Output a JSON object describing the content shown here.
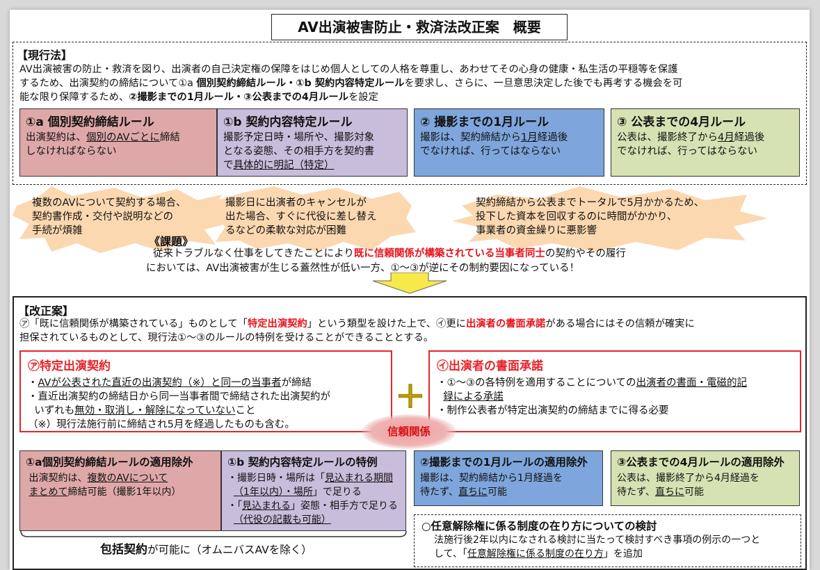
{
  "title": "AV出演被害防止・救済法改正案　概要",
  "current_law": {
    "heading": "【現行法】",
    "text_1": "AV出演被害の防止・救済を図り、出演者の自己決定権の保障をはじめ個人としての人格を尊重し、あわせてその心身の健康・私生活の平穏等を保護",
    "text_2a": "するため、出演契約の締結について①a ",
    "text_2b": "個別契約締結ルール・①b 契約内容特定ルール",
    "text_2c": "を要求し、さらに、一旦意思決定した後でも再考する機会を可",
    "text_3a": "能な限り保障するため、",
    "text_3b": "②撮影までの1月ルール・③公表までの4月ルール",
    "text_3c": "を設定",
    "rules": [
      {
        "title": "①a 個別契約締結ルール",
        "line1a": "出演契約は、",
        "line1u": "個別のAVごとに",
        "line1b": "締結",
        "line2": "しなければならない"
      },
      {
        "title": "①b 契約内容特定ルール",
        "line1": "撮影予定日時・場所や、撮影対象",
        "line2": "となる姿態、その相手方を契約書",
        "line3a": "で",
        "line3u": "具体的に明記（特定）"
      },
      {
        "title": "② 撮影までの1月ルール",
        "line1a": "撮影は、契約締結から",
        "line1u": "1月",
        "line1b": "経過後",
        "line2": "でなければ、行ってはならない"
      },
      {
        "title": "③ 公表までの4月ルール",
        "line1a": "公表は、撮影終了から",
        "line1u": "4月",
        "line1b": "経過後",
        "line2": "でなければ、行ってはならない"
      }
    ]
  },
  "bursts": [
    {
      "line1": "複数のAVについて契約する場合、",
      "line2": "契約書作成・交付や説明などの",
      "line3": "手続が煩雑"
    },
    {
      "line1": "撮影日に出演者のキャンセルが",
      "line2": "出た場合、すぐに代役に差し替え",
      "line3": "るなどの柔軟な対応が困難"
    },
    {
      "line1": "契約締結から公表までトータルで5月かかるため、",
      "line2": "投下した資本を回収するのに時間がかかり、",
      "line3": "事業者の資金繰りに悪影響"
    }
  ],
  "issue": {
    "heading": "《課題》",
    "line1a": "従来トラブルなく仕事をしてきたことにより",
    "line1r": "既に信頼関係が構築されている当事者同士",
    "line1b": "の契約やその履行",
    "line2": "においては、AV出演被害が生じる蓋然性が低い一方、①～③が逆にその制約要因になっている！"
  },
  "amendment": {
    "heading": "【改正案】",
    "line1a": "㋐「既に信頼関係が構築されている」ものとして「",
    "line1r": "特定出演契約",
    "line1b": "」という類型を設けた上で、㋑更に",
    "line1r2": "出演者の書面承諾",
    "line1c": "がある場合にはその信頼が確実に",
    "line2": "担保されているものとして、現行法①～③のルールの特例を受けることができることとする。",
    "left_box": {
      "title": "㋐特定出演契約",
      "b1u": "AVが公表された直近の出演契約（※）と同一の当事者",
      "b1": "が締結",
      "b2": "・直近出演契約の締結日から同一当事者間で締結された出演契約が",
      "b3a": "いずれも",
      "b3u": "無効・取消し・解除になっていない",
      "b3b": "こと",
      "b4": "（※）現行法施行前に締結され5月を経過したものも含む。"
    },
    "plus": "＋",
    "right_box": {
      "title": "㋑出演者の書面承諾",
      "b1a": "・①～③の各特例を適用することについての",
      "b1u": "出演者の書面・電磁的記",
      "b2u": "録による承諾",
      "b3": "・制作公表者が特定出演契約の締結までに得る必要"
    },
    "trust": "信頼関係",
    "exceptions": [
      {
        "title": "①a個別契約締結ルールの適用除外",
        "l1a": "出演契約は、",
        "l1u": "複数のAVについて",
        "l2u": "まとめて",
        "l2b": "締結可能（撮影1年以内）"
      },
      {
        "title": "①b 契約内容特定ルールの特例",
        "l1a": "・撮影日時・場所は「",
        "l1u": "見込まれる期間",
        "l2u": "（1年以内）・場所",
        "l2b": "」で足りる",
        "l3a": "・「",
        "l3u": "見込まれる",
        "l3b": "」姿態・相手方で足りる",
        "l4u": "（代役の記載も可能）"
      },
      {
        "title": "②撮影までの1月ルールの適用除外",
        "l1": "撮影は、契約締結から1月経過を",
        "l2a": "待たず、",
        "l2u": "直ちに",
        "l2b": "可能"
      },
      {
        "title": "③公表までの4月ルールの適用除外",
        "l1": "公表は、撮影終了から4月経過を",
        "l2a": "待たず、",
        "l2u": "直ちに",
        "l2b": "可能"
      }
    ],
    "omnibus_b": "包括契約",
    "omnibus": "が可能に（オムニバスAVを除く）",
    "review": {
      "title": "○任意解除権に係る制度の在り方についての検討",
      "l1": "法施行後2年以内になされる検討に当たって検討すべき事項の例示の一つと",
      "l2a": "して、「",
      "l2u": "任意解除権に係る制度の在り方",
      "l2b": "」を追加"
    }
  },
  "colors": {
    "pink": "#dfa8a8",
    "lavender": "#c8bddb",
    "blue": "#7ea6dc",
    "green": "#d6e2b3",
    "red": "#e5242a",
    "yellow": "#f7e94a"
  }
}
